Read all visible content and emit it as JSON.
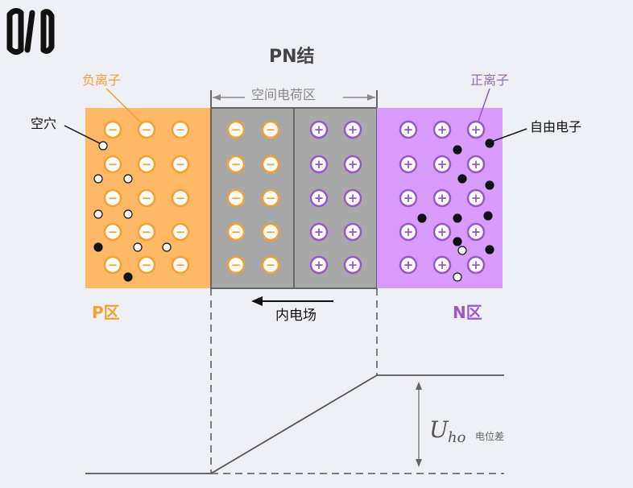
{
  "title": "PN结",
  "labels": {
    "negative_ion": "负离子",
    "positive_ion": "正离子",
    "hole": "空穴",
    "free_electron": "自由电子",
    "space_charge_region": "空间电荷区",
    "p_region": "P区",
    "n_region": "N区",
    "built_in_field": "内电场",
    "potential_symbol": "U",
    "potential_subscript": "ho",
    "potential_text": "电位差"
  },
  "symbols": {
    "negative": "−",
    "positive": "+"
  },
  "colors": {
    "p_fill": "#ffb866",
    "depletion_fill": "#a8a8a8",
    "n_fill": "#d89cff",
    "neg_ion": "#f5a030",
    "pos_ion": "#9a55c8",
    "line": "#555555"
  },
  "grid": {
    "rows": 5,
    "p_columns": 3,
    "depletion_neg_columns": 2,
    "depletion_pos_columns": 2,
    "n_columns": 3
  }
}
